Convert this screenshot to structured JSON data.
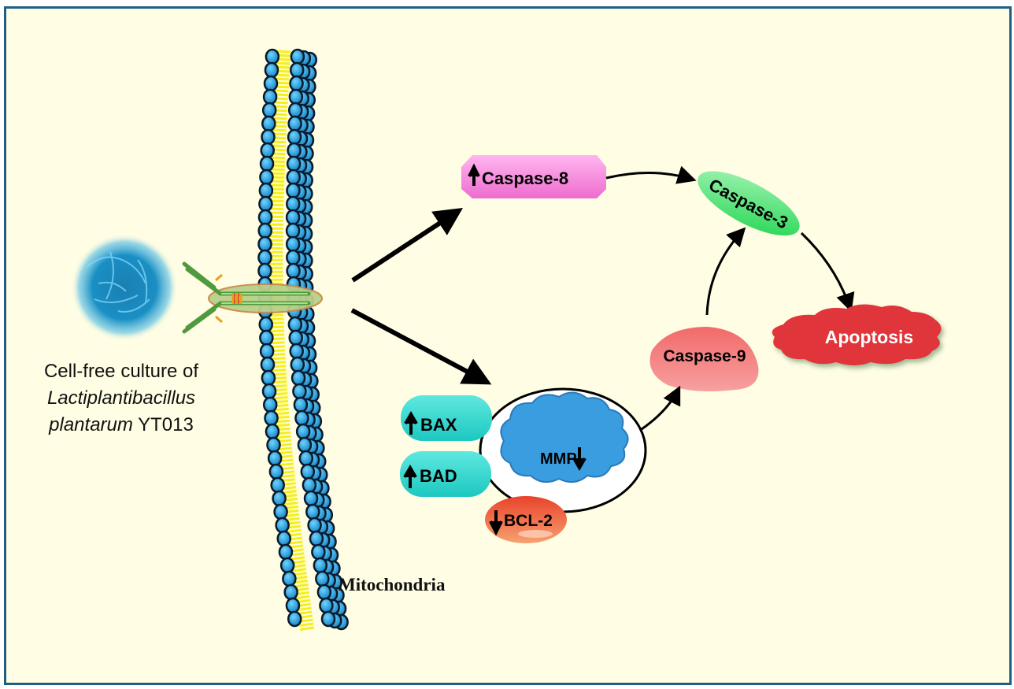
{
  "figure": {
    "source_label": {
      "line1": "Cell-free culture of",
      "genus": "Lactiplantibacillus",
      "species": "plantarum",
      "strain": "YT013"
    },
    "membrane_label": "Mitochondria",
    "nodes": {
      "caspase8": {
        "label": "Caspase-8",
        "regulation": "up",
        "color": "#f27ad6"
      },
      "caspase3": {
        "label": "Caspase-3",
        "color": "#2fe06a"
      },
      "caspase9": {
        "label": "Caspase-9",
        "color": "#f47a7a"
      },
      "apoptosis": {
        "label": "Apoptosis",
        "color": "#e0353a"
      },
      "bax": {
        "label": "BAX",
        "regulation": "up",
        "color": "#2fd8cf"
      },
      "bad": {
        "label": "BAD",
        "regulation": "up",
        "color": "#2fd8cf"
      },
      "bcl2": {
        "label": "BCL-2",
        "regulation": "down",
        "color": "#f06a3a"
      },
      "mmp": {
        "label": "MMP",
        "regulation": "down",
        "color": "#3a9de0"
      }
    },
    "edges": [
      {
        "from": "receptor",
        "to": "caspase8"
      },
      {
        "from": "receptor",
        "to": "mitochondrion"
      },
      {
        "from": "caspase8",
        "to": "caspase3"
      },
      {
        "from": "mitochondrion",
        "to": "caspase9"
      },
      {
        "from": "caspase9",
        "to": "caspase3"
      },
      {
        "from": "caspase3",
        "to": "apoptosis"
      }
    ],
    "colors": {
      "background": "#fffde3",
      "border": "#1f5f86",
      "lipid_head": "#2aa8e0",
      "lipid_tail": "#f5ef1a",
      "antibody": "#6fbf5a"
    },
    "arrow_glyphs": {
      "up": "↑",
      "down": "↓"
    }
  }
}
